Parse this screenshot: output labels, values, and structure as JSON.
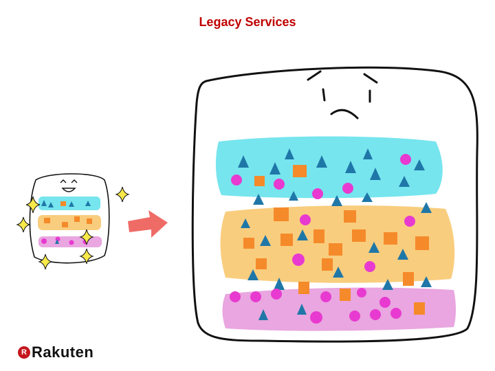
{
  "title": "Legacy Services",
  "logo": {
    "mark": "R",
    "text": "Rakuten"
  },
  "colors": {
    "title": "#c00000",
    "layer_cyan": "#76e5ee",
    "layer_orange": "#f9cd7e",
    "layer_pink": "#e9a6e0",
    "triangle": "#1f77a8",
    "square": "#f58a2a",
    "dot": "#e83ad0",
    "arrow": "#ef6b66",
    "sparkle": "#f7e94a",
    "outline": "#111111"
  }
}
